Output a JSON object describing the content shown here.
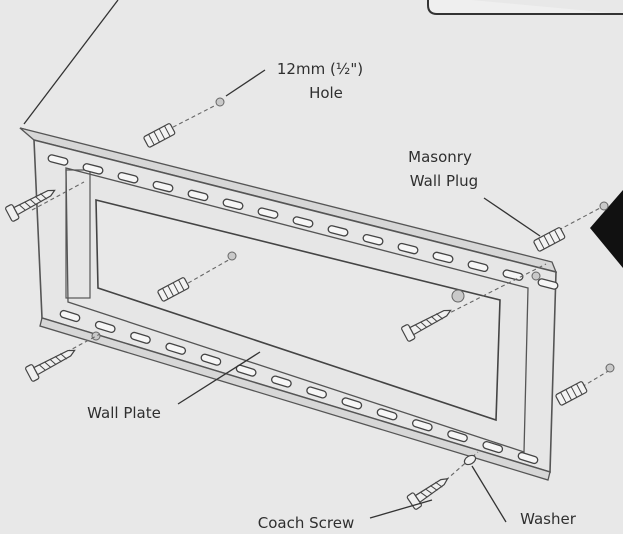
{
  "labels": {
    "hole_line1": "12mm (½\")",
    "hole_line2": "Hole",
    "plug_line1": "Masonry",
    "plug_line2": "Wall Plug",
    "wall_plate": "Wall Plate",
    "coach_screw": "Coach Screw",
    "washer": "Washer"
  }
}
